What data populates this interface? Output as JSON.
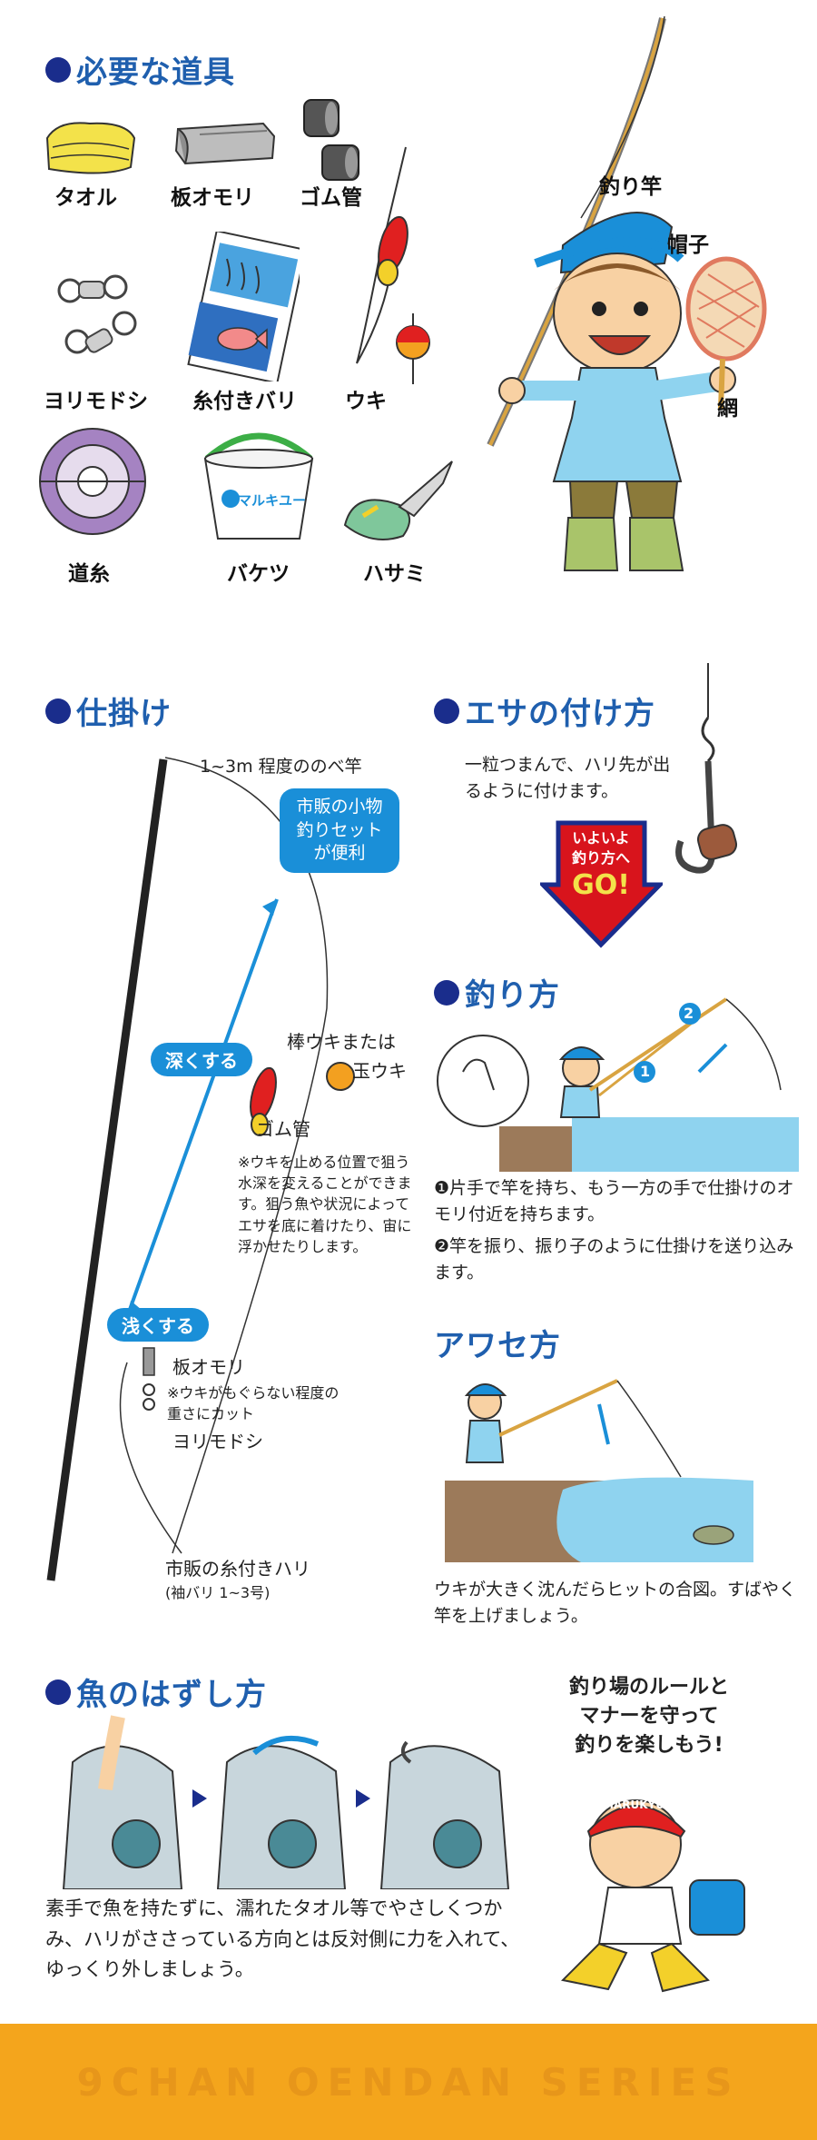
{
  "sections": {
    "tools": "必要な道具",
    "rig": "仕掛け",
    "bait": "エサの付け方",
    "howto": "釣り方",
    "strike": "アワセ方",
    "unhook": "魚のはずし方"
  },
  "tools": {
    "towel": "タオル",
    "sinker": "板オモリ",
    "rubber_tube": "ゴム管",
    "rod": "釣り竿",
    "hat": "帽子",
    "swivel": "ヨリモドシ",
    "hook": "糸付きバリ",
    "float": "ウキ",
    "net": "網",
    "line": "道糸",
    "bucket": "バケツ",
    "scissors": "ハサミ",
    "bucket_brand": "マルキユー"
  },
  "rig": {
    "rod_label": "1~3m 程度ののべ竿",
    "bubble": "市販の小物釣りセットが便利",
    "float_label_1": "棒ウキまたは",
    "float_label_2": "玉ウキ",
    "deeper": "深くする",
    "shallower": "浅くする",
    "tube_label": "ゴム管",
    "tube_note": "※ウキを止める位置で狙う水深を変えることができます。狙う魚や状況によってエサを底に着けたり、宙に浮かせたりします。",
    "sinker_label": "板オモリ",
    "sinker_note": "※ウキがもぐらない程度の重さにカット",
    "swivel_label": "ヨリモドシ",
    "hook_label": "市販の糸付きハリ",
    "hook_size": "(袖バリ 1~3号)"
  },
  "bait": {
    "text": "一粒つまんで、ハリ先が出るように付けます。",
    "go_line1": "いよいよ",
    "go_line2": "釣り方へ",
    "go_big": "GO!"
  },
  "howto": {
    "step1": "❶片手で竿を持ち、もう一方の手で仕掛けのオモリ付近を持ちます。",
    "step2": "❷竿を振り、振り子のように仕掛けを送り込みます。",
    "num1": "1",
    "num2": "2"
  },
  "strike": {
    "text": "ウキが大きく沈んだらヒットの合図。すばやく竿を上げましょう。"
  },
  "unhook": {
    "text": "素手で魚を持たずに、濡れたタオル等でやさしくつかみ、ハリがささっている方向とは反対側に力を入れて、ゆっくり外しましょう。"
  },
  "manners": {
    "line1": "釣り場のルールと",
    "line2": "マナーを守って",
    "line3": "釣りを楽しもう!",
    "cap_brand": "MARUKYU"
  },
  "footer": {
    "series": "9CHAN OENDAN SERIES"
  },
  "colors": {
    "heading": "#1f5fae",
    "dot": "#1a2d8c",
    "accent_blue": "#1a8fd8",
    "footer": "#f4a51c",
    "go_red": "#d8141c"
  }
}
